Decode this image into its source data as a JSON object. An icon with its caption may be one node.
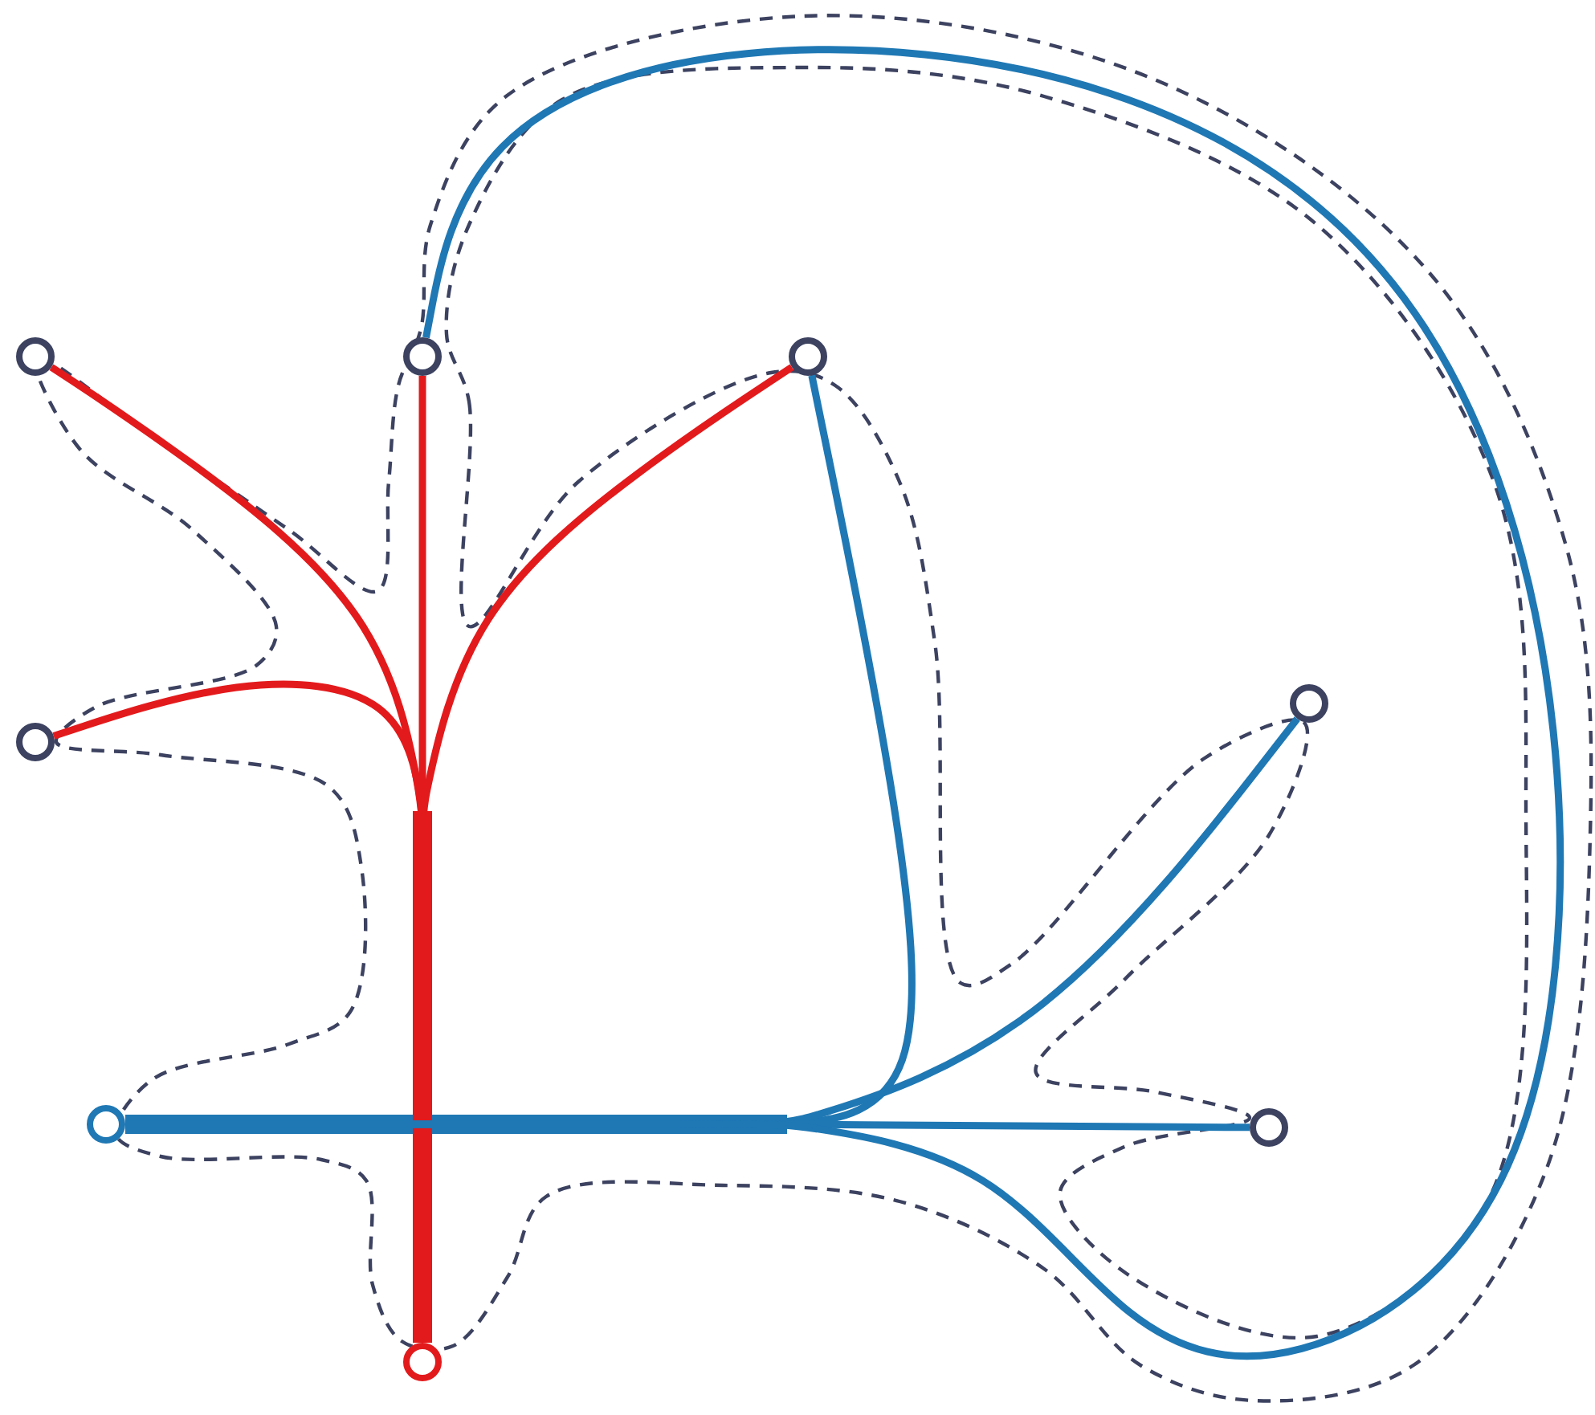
{
  "diagram": {
    "nodes": [
      {
        "text": [],
        "shape": "circle"
      },
      {
        "text": [],
        "shape": "circle"
      },
      {
        "text": [],
        "shape": "circle"
      },
      {
        "text": [],
        "shape": "circle"
      },
      {
        "text": [],
        "shape": "circle"
      },
      {
        "text": [],
        "shape": "circle"
      },
      {
        "text": [],
        "shape": "circle"
      },
      {
        "text": [],
        "shape": "circle"
      }
    ],
    "edges": [
      {
        "from": 7,
        "to": 0,
        "arrow": "none",
        "color": "#e31a1c"
      },
      {
        "from": 7,
        "to": 1,
        "arrow": "none",
        "color": "#e31a1c"
      },
      {
        "from": 7,
        "to": 2,
        "arrow": "none",
        "color": "#e31a1c"
      },
      {
        "from": 7,
        "to": 4,
        "arrow": "none",
        "color": "#e31a1c"
      },
      {
        "from": 6,
        "to": 2,
        "arrow": "none",
        "color": "#1f78b4"
      },
      {
        "from": 6,
        "to": 3,
        "arrow": "none",
        "color": "#1f78b4"
      },
      {
        "from": 6,
        "to": 5,
        "arrow": "none",
        "color": "#1f78b4"
      },
      {
        "from": 6,
        "to": 1,
        "arrow": "none",
        "color": "#1f78b4"
      }
    ]
  }
}
